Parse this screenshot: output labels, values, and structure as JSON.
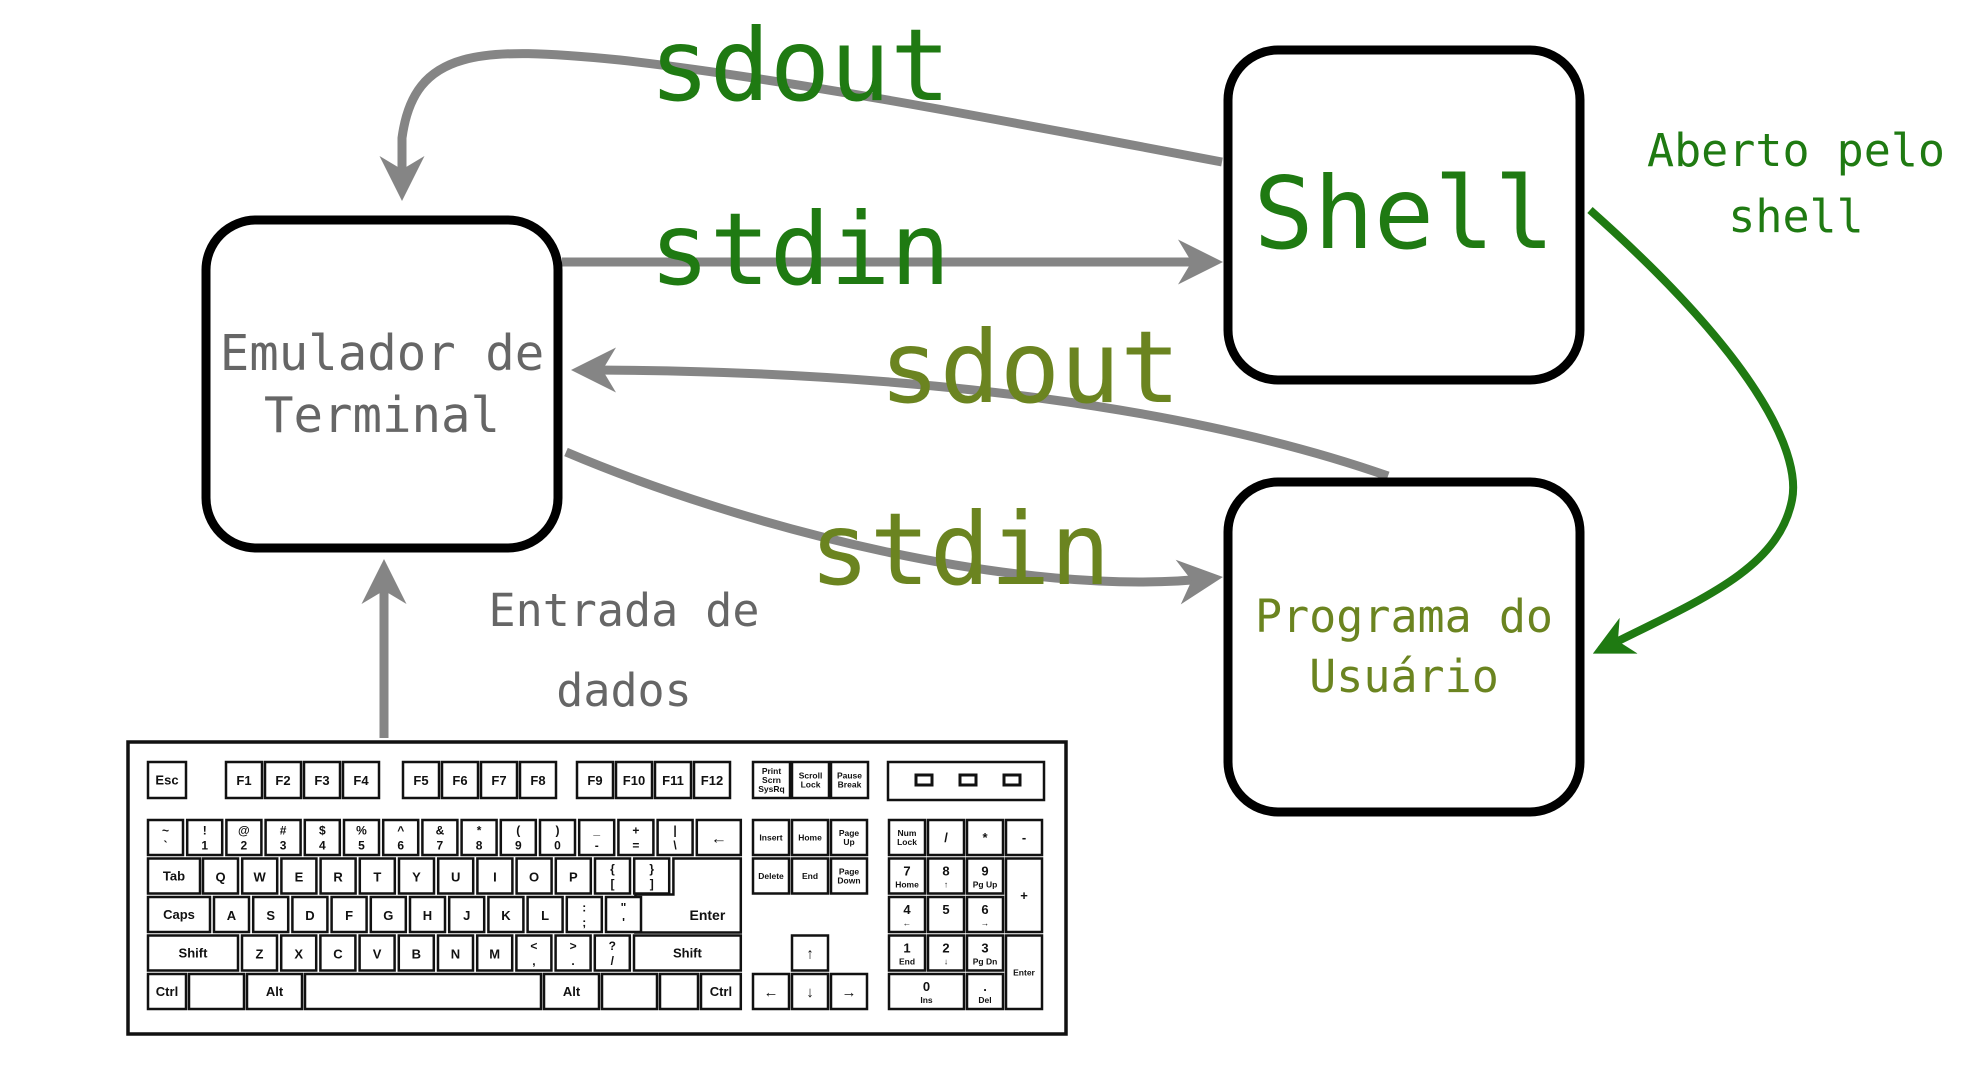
{
  "colors": {
    "arrow_gray": "#858585",
    "green_dark": "#1f7a12",
    "green_olive": "#6b8420",
    "box_border": "#000000",
    "text_gray": "#666666"
  },
  "nodes": {
    "terminal": {
      "line1": "Emulador de",
      "line2": "Terminal"
    },
    "shell": {
      "label": "Shell"
    },
    "program": {
      "line1": "Programa do",
      "line2": "Usuário"
    }
  },
  "edges": {
    "shell_to_terminal": "sdout",
    "terminal_to_shell": "stdin",
    "program_to_terminal": "sdout",
    "terminal_to_program": "stdin",
    "shell_to_program": {
      "line1": "Aberto pelo",
      "line2": "shell"
    },
    "keyboard_to_terminal": {
      "line1": "Entrada de",
      "line2": "dados"
    }
  },
  "keyboard": {
    "icon": "keyboard-icon",
    "function_row": [
      "Esc",
      "F1",
      "F2",
      "F3",
      "F4",
      "F5",
      "F6",
      "F7",
      "F8",
      "F9",
      "F10",
      "F11",
      "F12"
    ],
    "system_keys": [
      [
        "Print",
        "Scrn",
        "SysRq"
      ],
      [
        "Scroll",
        "Lock"
      ],
      [
        "Pause",
        "Break"
      ]
    ],
    "number_row": [
      {
        "top": "~",
        "bottom": "`"
      },
      {
        "top": "!",
        "bottom": "1"
      },
      {
        "top": "@",
        "bottom": "2"
      },
      {
        "top": "#",
        "bottom": "3"
      },
      {
        "top": "$",
        "bottom": "4"
      },
      {
        "top": "%",
        "bottom": "5"
      },
      {
        "top": "^",
        "bottom": "6"
      },
      {
        "top": "&",
        "bottom": "7"
      },
      {
        "top": "*",
        "bottom": "8"
      },
      {
        "top": "(",
        "bottom": "9"
      },
      {
        "top": ")",
        "bottom": "0"
      },
      {
        "top": "_",
        "bottom": "-"
      },
      {
        "top": "+",
        "bottom": "="
      },
      {
        "top": "|",
        "bottom": "\\"
      }
    ],
    "backspace": "←",
    "tab": "Tab",
    "row_q": [
      "Q",
      "W",
      "E",
      "R",
      "T",
      "Y",
      "U",
      "I",
      "O",
      "P"
    ],
    "brackets": [
      {
        "top": "{",
        "bottom": "["
      },
      {
        "top": "}",
        "bottom": "]"
      }
    ],
    "caps": "Caps",
    "row_a": [
      "A",
      "S",
      "D",
      "F",
      "G",
      "H",
      "J",
      "K",
      "L"
    ],
    "semicolons": [
      {
        "top": ":",
        "bottom": ";"
      },
      {
        "top": "\"",
        "bottom": "'"
      }
    ],
    "enter": "Enter",
    "shift": "Shift",
    "row_z": [
      "Z",
      "X",
      "C",
      "V",
      "B",
      "N",
      "M"
    ],
    "punct": [
      {
        "top": "<",
        "bottom": ","
      },
      {
        "top": ">",
        "bottom": "."
      },
      {
        "top": "?",
        "bottom": "/"
      }
    ],
    "ctrl": "Ctrl",
    "alt": "Alt",
    "nav_keys": [
      [
        "Insert"
      ],
      [
        "Home"
      ],
      [
        "Page",
        "Up"
      ],
      [
        "Delete"
      ],
      [
        "End"
      ],
      [
        "Page",
        "Down"
      ]
    ],
    "arrows": [
      "↑",
      "←",
      "↓",
      "→"
    ],
    "numpad": {
      "row1": [
        [
          "Num",
          "Lock"
        ],
        [
          "/"
        ],
        [
          "*"
        ],
        [
          "-"
        ]
      ],
      "row2": [
        {
          "main": "7",
          "sub": "Home"
        },
        {
          "main": "8",
          "sub": "↑"
        },
        {
          "main": "9",
          "sub": "Pg Up"
        }
      ],
      "plus": "+",
      "row3": [
        {
          "main": "4",
          "sub": "←"
        },
        {
          "main": "5",
          "sub": ""
        },
        {
          "main": "6",
          "sub": "→"
        }
      ],
      "row4": [
        {
          "main": "1",
          "sub": "End"
        },
        {
          "main": "2",
          "sub": "↓"
        },
        {
          "main": "3",
          "sub": "Pg Dn"
        }
      ],
      "enter": "Enter",
      "zero": {
        "main": "0",
        "sub": "Ins"
      },
      "dot": {
        "main": ".",
        "sub": "Del"
      }
    }
  }
}
